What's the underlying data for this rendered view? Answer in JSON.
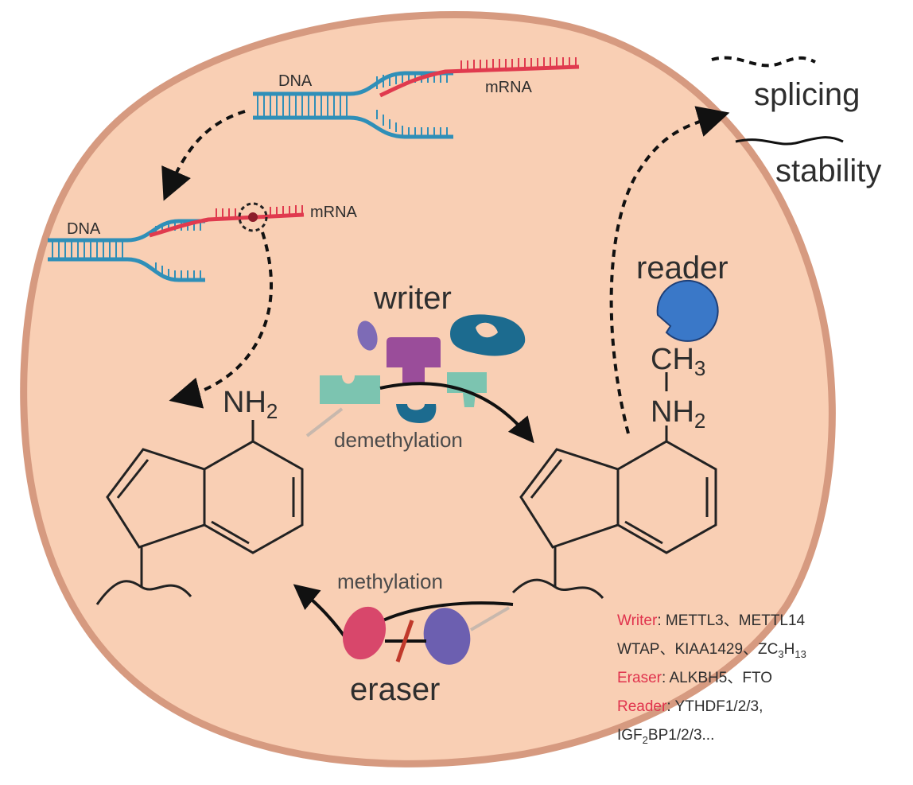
{
  "labels": {
    "dna_top": "DNA",
    "mrna_top": "mRNA",
    "dna_mid": "DNA",
    "mrna_mid": "mRNA",
    "writer": "writer",
    "demethylation": "demethylation",
    "methylation": "methylation",
    "eraser": "eraser",
    "reader": "reader",
    "splicing": "splicing",
    "stability": "stability",
    "nh2_left": "NH",
    "nh2_left_sub": "2",
    "ch3_right": "CH",
    "ch3_right_sub": "3",
    "nh2_right": "NH",
    "nh2_right_sub": "2"
  },
  "legend": {
    "writer_key": "Writer",
    "writer_line1": ": METTL3、METTL14",
    "writer_line2": "WTAP、KIAA1429、ZC",
    "writer_line2_sub1": "3",
    "writer_line2_mid": "H",
    "writer_line2_sub2": "13",
    "eraser_key": "Eraser",
    "eraser_value": ": ALKBH5、FTO",
    "reader_key": "Reader",
    "reader_value": ": YTHDF1/2/3,",
    "reader_line2": "IGF",
    "reader_line2_sub": "2",
    "reader_line2_rest": "BP1/2/3..."
  },
  "colors": {
    "cell_fill": "#f9cfb4",
    "cell_border": "#d69a80",
    "dna_blue": "#2f8fb8",
    "mrna_red": "#e03a4e",
    "writer_purple": "#9a4d9a",
    "writer_teal": "#7cc4b0",
    "writer_blue": "#1c6b8f",
    "small_purple": "#7d6bb6",
    "eraser_pink": "#d8476b",
    "eraser_violet": "#6c5fb0",
    "reader_blue": "#3a78c8",
    "legend_red": "#e0334d"
  }
}
